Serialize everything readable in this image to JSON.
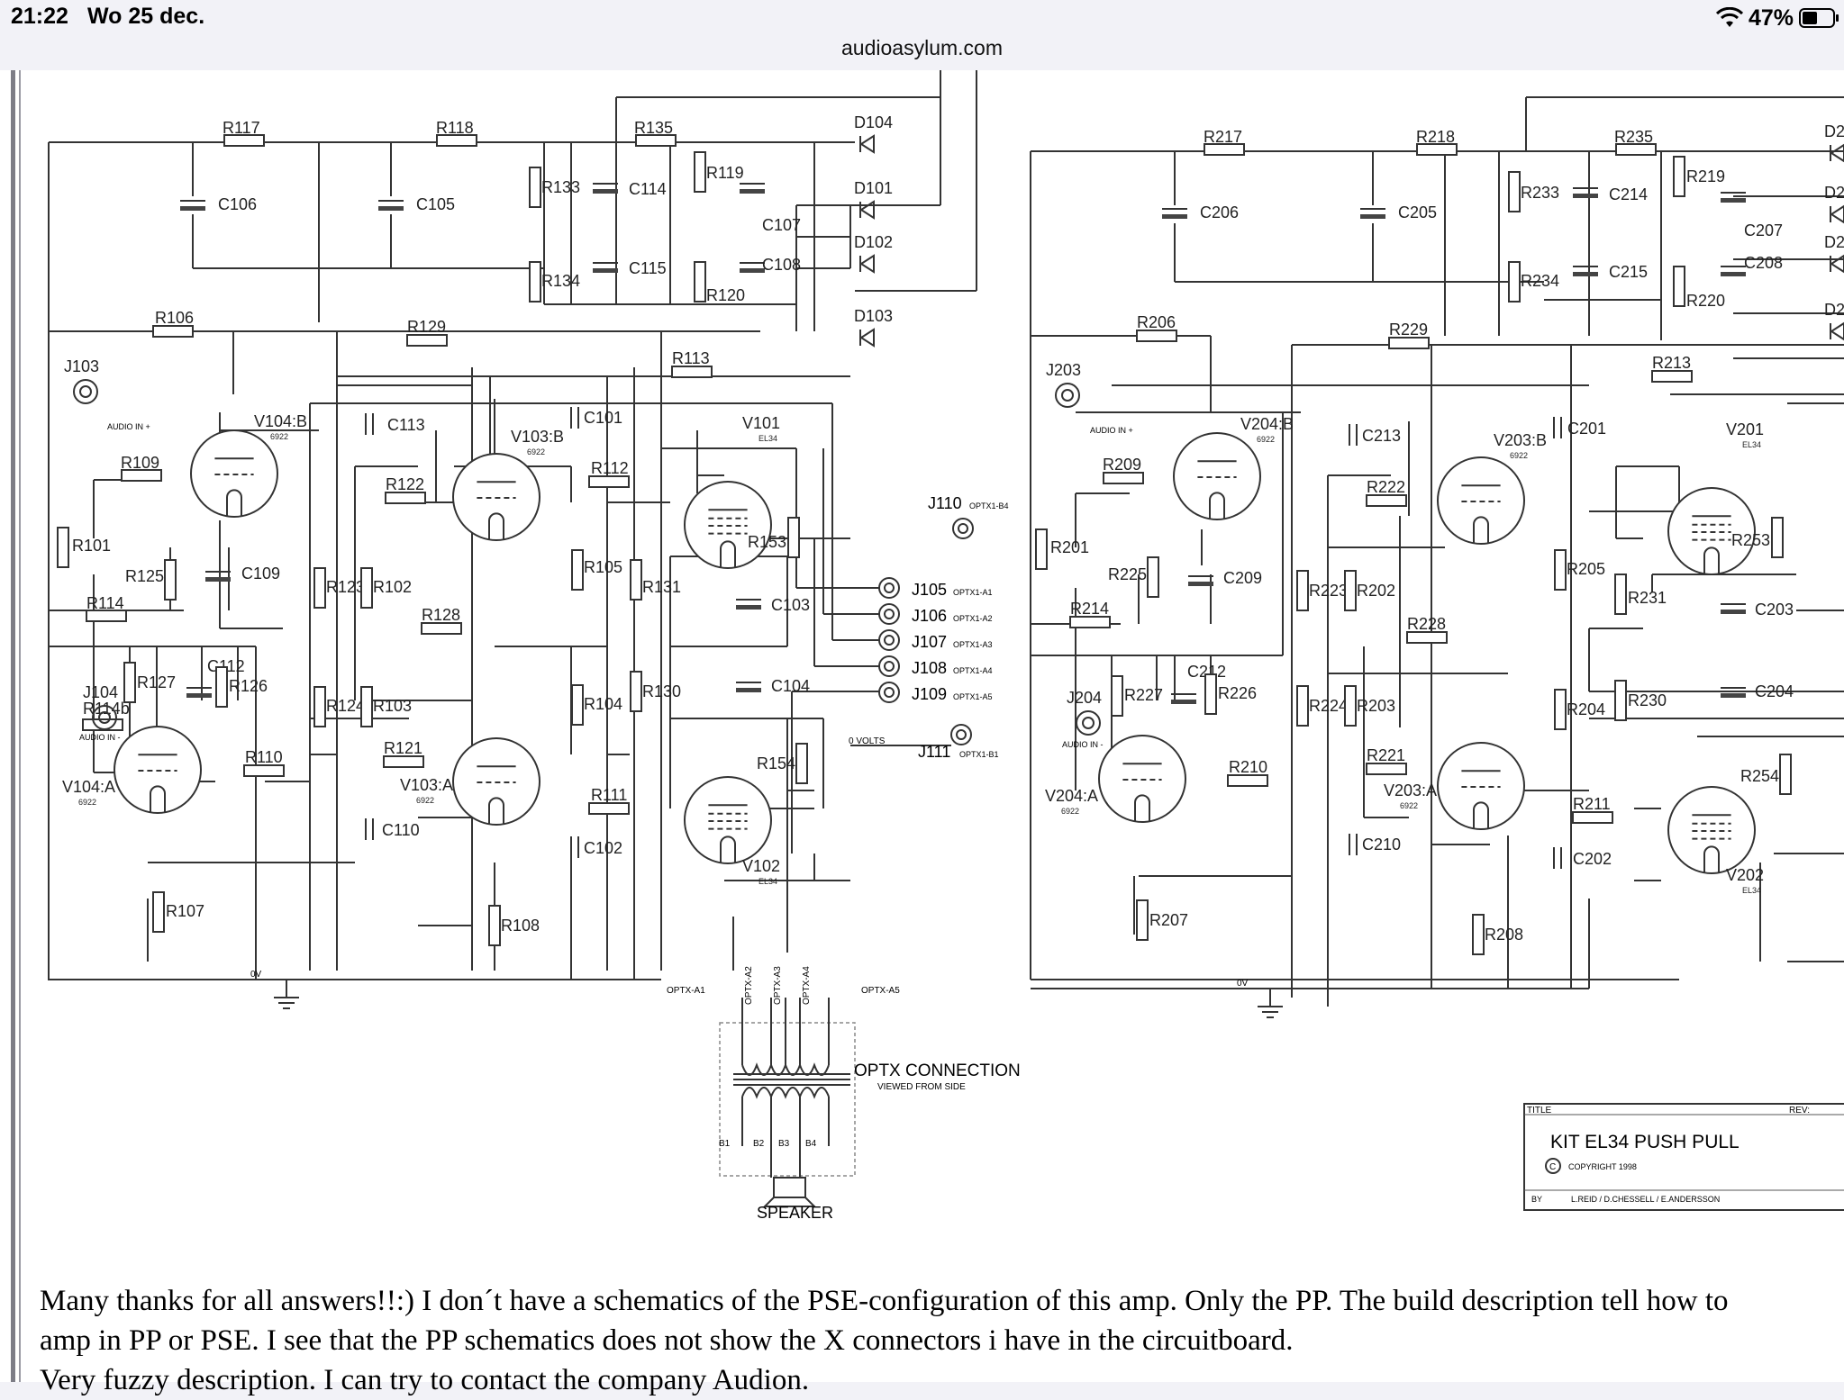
{
  "status_bar": {
    "time": "21:22",
    "date": "Wo 25 dec.",
    "battery": "47%",
    "icons": [
      "wifi-icon",
      "battery-icon"
    ]
  },
  "browser": {
    "url": "audioasylum.com"
  },
  "schematic": {
    "title_block": {
      "title_label": "TITLE",
      "rev_label": "REV:",
      "title": "KIT EL34 PUSH PULL",
      "copyright": "COPYRIGHT 1998",
      "by_label": "BY",
      "by": "L.REID / D.CHESSELL   / E.ANDERSSON"
    },
    "optx": {
      "label": "OPTX CONNECTION",
      "sublabel": "VIEWED FROM SIDE",
      "speaker": "SPEAKER",
      "taps": [
        "OPTX-A1",
        "OPTX-A2",
        "OPTX-A3",
        "OPTX-A4",
        "OPTX-A5"
      ],
      "secondary": [
        "B1",
        "B2",
        "B3",
        "B4"
      ]
    },
    "zero_volt": "0V",
    "zero_volts_label": "0 VOLTS",
    "audio_in_plus": "AUDIO IN +",
    "audio_in_minus": "AUDIO IN -",
    "tube_6922": "6922",
    "tube_el34": "EL34",
    "connectors": [
      {
        "ref": "J105",
        "sig": "OPTX1-A1"
      },
      {
        "ref": "J106",
        "sig": "OPTX1-A2"
      },
      {
        "ref": "J107",
        "sig": "OPTX1-A3"
      },
      {
        "ref": "J108",
        "sig": "OPTX1-A4"
      },
      {
        "ref": "J109",
        "sig": "OPTX1-A5"
      },
      {
        "ref": "J110",
        "sig": "OPTX1-B4"
      },
      {
        "ref": "J111",
        "sig": "OPTX1-B1"
      }
    ]
  },
  "post": {
    "line1": "Many thanks for all answers!!:) I don´t have a schematics of the PSE-configuration of this amp. Only the PP. The build description tell how to",
    "line2": "amp in PP or PSE. I see that the PP schematics does not show the X connectors i have in the circuitboard.",
    "line3": "Very fuzzy description. I can try to contact the company Audion."
  }
}
